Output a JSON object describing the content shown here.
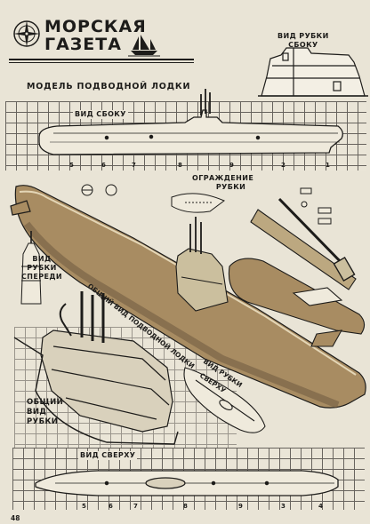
{
  "masthead": {
    "title_line1": "МОРСКАЯ",
    "title_line2": "ГАЗЕТА"
  },
  "labels": {
    "side_view_conning": "ВИД РУБКИ СБОКУ",
    "side_view_conning_l1": "ВИД РУБКИ",
    "side_view_conning_l2": "СБОКУ",
    "model_title": "МОДЕЛЬ ПОДВОДНОЙ ЛОДКИ",
    "side_view": "ВИД СБОКУ",
    "fence_l1": "ОГРАЖДЕНИЕ",
    "fence_l2": "РУБКИ",
    "front_view_l1": "ВИД",
    "front_view_l2": "РУБКИ",
    "front_view_l3": "СПЕРЕДИ",
    "general_view_boat": "ОБЩИЙ ВИД ПОДВОДНОЙ ЛОДКИ",
    "top_view_conning_l1": "ВИД РУБКИ",
    "top_view_conning_l2": "СВЕРХУ",
    "general_view_conning_l1": "ОБЩИЙ",
    "general_view_conning_l2": "ВИД",
    "general_view_conning_l3": "РУБКИ",
    "top_view": "ВИД СВЕРХУ"
  },
  "side_view_numbers": [
    "5",
    "6",
    "7",
    "8",
    "9",
    "2",
    "1"
  ],
  "top_view_numbers": [
    "5",
    "6",
    "7",
    "8",
    "9",
    "3",
    "4"
  ],
  "page_number": "48",
  "colors": {
    "paper": "#e9e4d6",
    "ink": "#1d1c1a",
    "hull_tan": "#a88c62",
    "hull_dark": "#6d5a40"
  }
}
